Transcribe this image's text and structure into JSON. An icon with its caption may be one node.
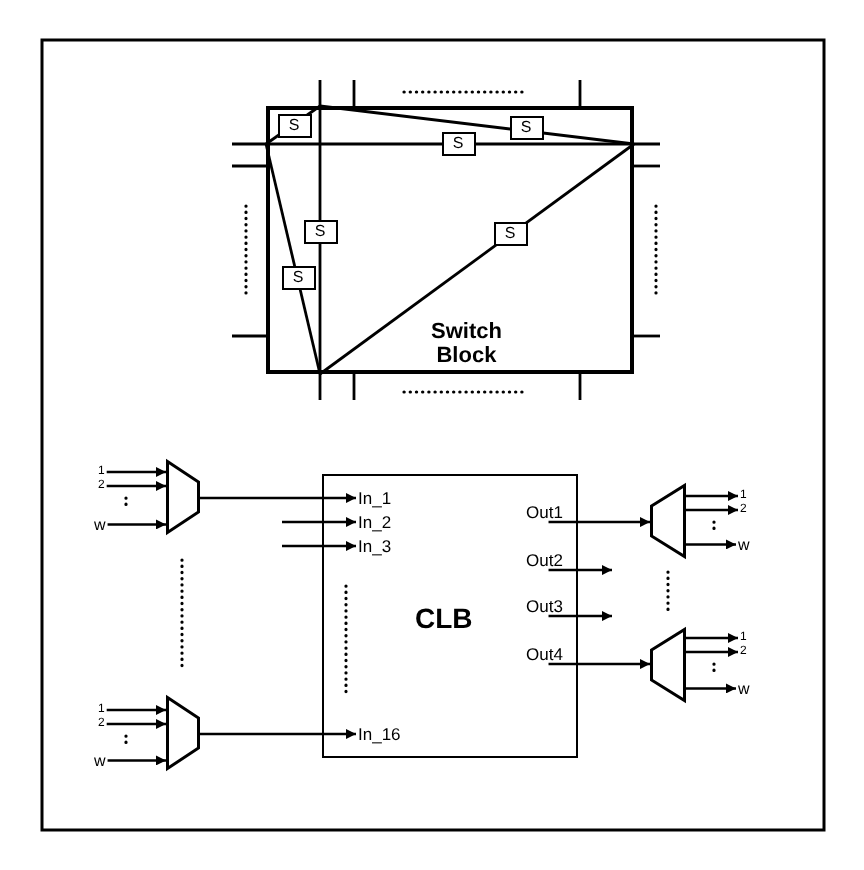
{
  "diagram": {
    "nodes": [
      {
        "text": [
          "Switch Block"
        ]
      },
      {
        "text": [
          "S"
        ],
        "in": 0
      },
      {
        "text": [
          "S"
        ],
        "in": 0
      },
      {
        "text": [
          "S"
        ],
        "in": 0
      },
      {
        "text": [
          "S"
        ],
        "in": 0
      },
      {
        "text": [
          "S"
        ],
        "in": 0
      },
      {
        "text": [
          "S"
        ],
        "in": 0
      },
      {
        "text": [
          "1"
        ]
      },
      {
        "text": [
          "2"
        ]
      },
      {
        "text": [
          "w"
        ]
      },
      {
        "text": [],
        "shape": "trapezoid"
      },
      {
        "text": [
          "1"
        ]
      },
      {
        "text": [
          "2"
        ]
      },
      {
        "text": [
          "w"
        ]
      },
      {
        "text": [],
        "shape": "trapezoid"
      },
      {
        "text": [
          "CLB"
        ]
      },
      {
        "text": [
          "In_1"
        ],
        "in": 15
      },
      {
        "text": [
          "In_2"
        ],
        "in": 15
      },
      {
        "text": [
          "In_3"
        ],
        "in": 15
      },
      {
        "text": [
          "In_16"
        ],
        "in": 15
      },
      {
        "text": [
          "Out1"
        ],
        "in": 15
      },
      {
        "text": [
          "Out2"
        ],
        "in": 15
      },
      {
        "text": [
          "Out3"
        ],
        "in": 15
      },
      {
        "text": [
          "Out4"
        ],
        "in": 15
      },
      {
        "text": [],
        "shape": "trapezoid"
      },
      {
        "text": [
          "1"
        ]
      },
      {
        "text": [
          "2"
        ]
      },
      {
        "text": [
          "w"
        ]
      },
      {
        "text": [],
        "shape": "trapezoid"
      },
      {
        "text": [
          "1"
        ]
      },
      {
        "text": [
          "2"
        ]
      },
      {
        "text": [
          "w"
        ]
      }
    ],
    "edges": [
      {
        "from": 7,
        "to": 10,
        "arrow": "to"
      },
      {
        "from": 8,
        "to": 10,
        "arrow": "to"
      },
      {
        "from": 9,
        "to": 10,
        "arrow": "to"
      },
      {
        "from": 10,
        "to": 16,
        "arrow": "to"
      },
      {
        "from": 11,
        "to": 14,
        "arrow": "to"
      },
      {
        "from": 12,
        "to": 14,
        "arrow": "to"
      },
      {
        "from": 13,
        "to": 14,
        "arrow": "to"
      },
      {
        "from": 14,
        "to": 19,
        "arrow": "to"
      },
      {
        "from": null,
        "to": 17,
        "arrow": "to"
      },
      {
        "from": null,
        "to": 18,
        "arrow": "to"
      },
      {
        "from": 20,
        "to": 24,
        "arrow": "to"
      },
      {
        "from": 21,
        "to": null,
        "arrow": "to"
      },
      {
        "from": 22,
        "to": null,
        "arrow": "to"
      },
      {
        "from": 23,
        "to": 28,
        "arrow": "to"
      },
      {
        "from": 24,
        "to": 25,
        "arrow": "to"
      },
      {
        "from": 24,
        "to": 26,
        "arrow": "to"
      },
      {
        "from": 24,
        "to": 27,
        "arrow": "to"
      },
      {
        "from": 28,
        "to": 29,
        "arrow": "to"
      },
      {
        "from": 28,
        "to": 30,
        "arrow": "to"
      },
      {
        "from": 28,
        "to": 31,
        "arrow": "to"
      }
    ]
  }
}
